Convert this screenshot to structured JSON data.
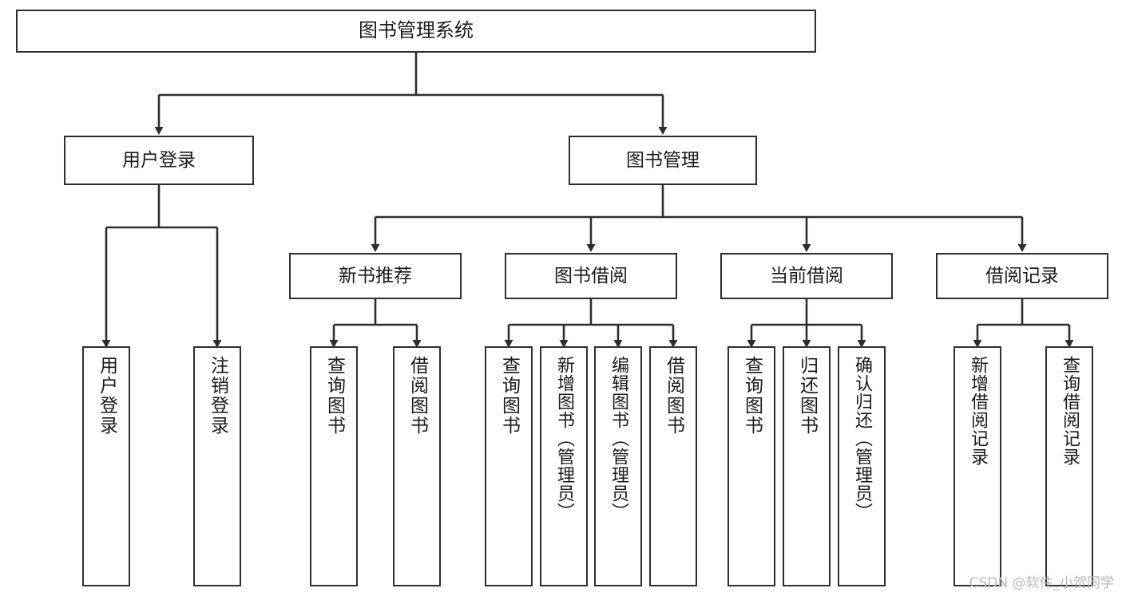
{
  "diagram": {
    "title": "图书管理系统",
    "type": "tree-hierarchy-chart",
    "stroke_color": "#2e2e2e",
    "fill_color": "#ffffff",
    "text_color": "#1a1a1a"
  },
  "root": {
    "label": "图书管理系统"
  },
  "level2": [
    {
      "id": "user-login",
      "label": "用户登录"
    },
    {
      "id": "book-management",
      "label": "图书管理"
    }
  ],
  "level3": [
    {
      "id": "new-book-recommend",
      "label": "新书推荐"
    },
    {
      "id": "book-borrow",
      "label": "图书借阅"
    },
    {
      "id": "current-borrow",
      "label": "当前借阅"
    },
    {
      "id": "borrow-record",
      "label": "借阅记录"
    }
  ],
  "leaves": {
    "user_login": [
      {
        "id": "leaf-user-login",
        "label": "用户登录"
      },
      {
        "id": "leaf-logout",
        "label": "注销登录"
      }
    ],
    "new_book_recommend": [
      {
        "id": "leaf-query-book-1",
        "label": "查询图书"
      },
      {
        "id": "leaf-borrow-book-1",
        "label": "借阅图书"
      }
    ],
    "book_borrow": [
      {
        "id": "leaf-query-book-2",
        "label": "查询图书"
      },
      {
        "id": "leaf-add-book",
        "label": "新增图书（管理员）"
      },
      {
        "id": "leaf-edit-book",
        "label": "编辑图书（管理员）"
      },
      {
        "id": "leaf-borrow-book-2",
        "label": "借阅图书"
      }
    ],
    "current_borrow": [
      {
        "id": "leaf-query-book-3",
        "label": "查询图书"
      },
      {
        "id": "leaf-return-book",
        "label": "归还图书"
      },
      {
        "id": "leaf-confirm-return",
        "label": "确认归还（管理员）"
      }
    ],
    "borrow_record": [
      {
        "id": "leaf-add-record",
        "label": "新增借阅记录"
      },
      {
        "id": "leaf-query-record",
        "label": "查询借阅记录"
      }
    ]
  },
  "watermark": {
    "text": "CSDN @软件_小贺同学"
  }
}
